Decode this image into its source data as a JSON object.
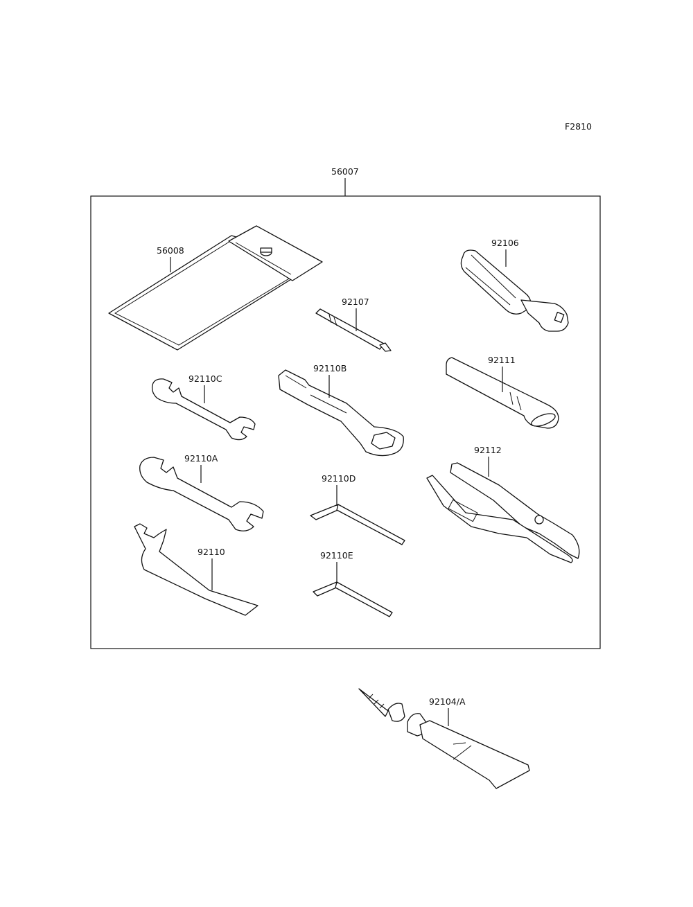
{
  "figure_code": "F2810",
  "kit_number": "56007",
  "parts": {
    "p56008": "56008",
    "p92106": "92106",
    "p92107": "92107",
    "p92110C": "92110C",
    "p92110B": "92110B",
    "p92111": "92111",
    "p92110A": "92110A",
    "p92112": "92112",
    "p92110D": "92110D",
    "p92110": "92110",
    "p92110E": "92110E",
    "p92104A": "92104/A"
  }
}
